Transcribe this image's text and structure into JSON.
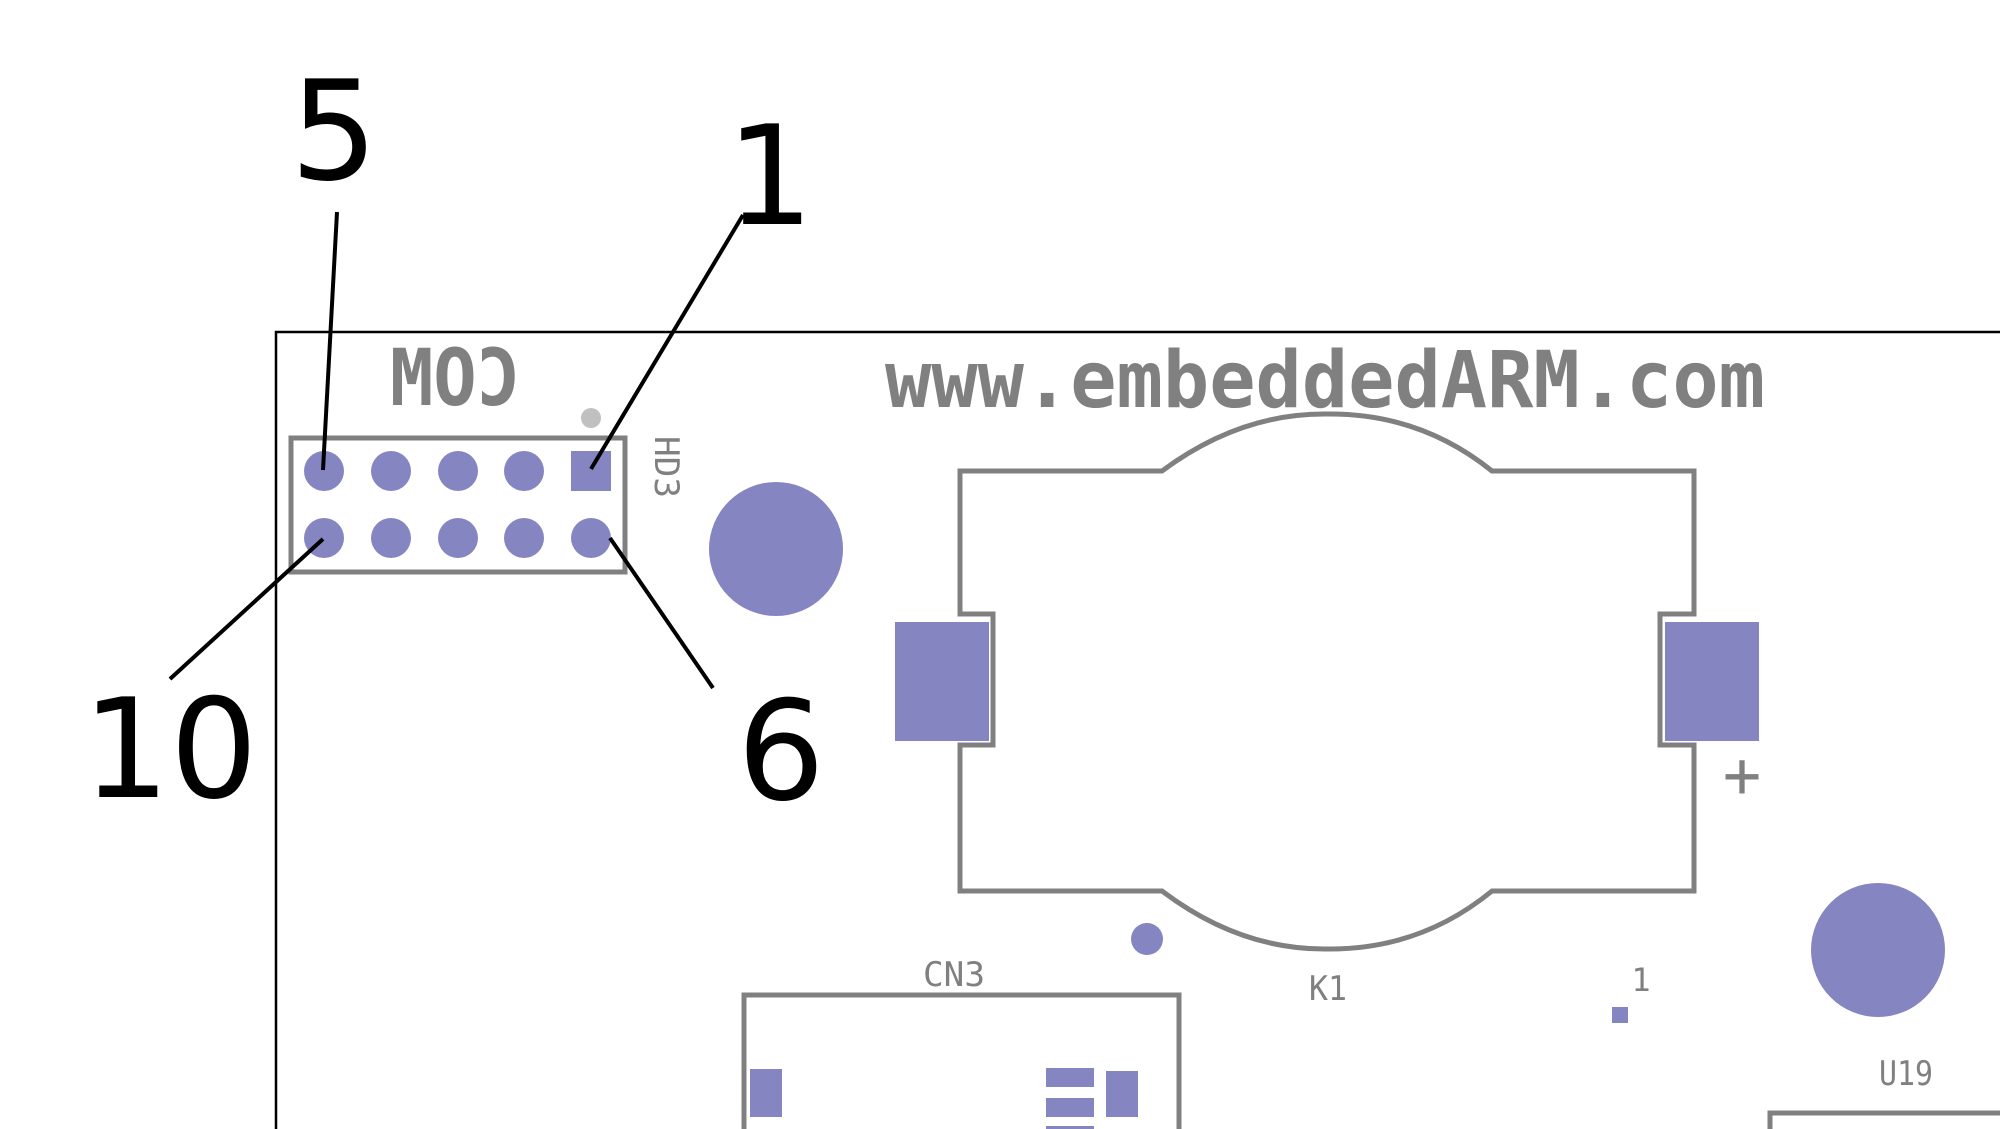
{
  "colors": {
    "background": "#ffffff",
    "silkscreen": "#808080",
    "pad": "#8585c2",
    "board_outline": "#000000",
    "callout": "#000000",
    "dot": "#c0c0c0"
  },
  "board": {
    "url_text": "www.embeddedARM.com",
    "com_label": "COM",
    "header_ref": "HD3",
    "battery_ref": "K1",
    "battery_plus": "+",
    "connector_ref": "CN3",
    "chip_ref": "U19",
    "chip_pin1": "1"
  },
  "callouts": [
    {
      "id": "pin5",
      "label": "5"
    },
    {
      "id": "pin1",
      "label": "1"
    },
    {
      "id": "pin10",
      "label": "10"
    },
    {
      "id": "pin6",
      "label": "6"
    }
  ]
}
